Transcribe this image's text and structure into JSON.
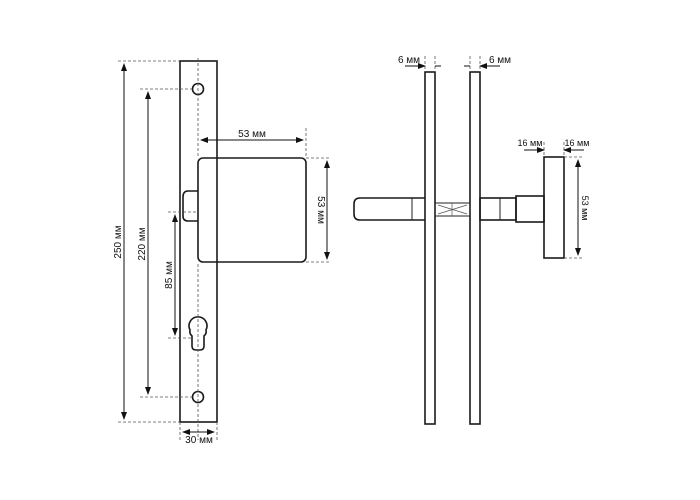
{
  "dimensions": {
    "plate_length": "250 мм",
    "hole_spacing": "220 мм",
    "backset": "85 мм",
    "plate_width": "30 мм",
    "rosette_width": "53 мм",
    "rosette_height": "53 мм",
    "plate_thickness_left": "6 мм",
    "plate_thickness_right": "6 мм",
    "knob_rosette_thickness_a": "16 мм",
    "knob_rosette_thickness_b": "16 мм",
    "knob_rosette_diameter": "53 мм"
  },
  "colors": {
    "line": "#1a1a1a",
    "background": "#ffffff"
  }
}
